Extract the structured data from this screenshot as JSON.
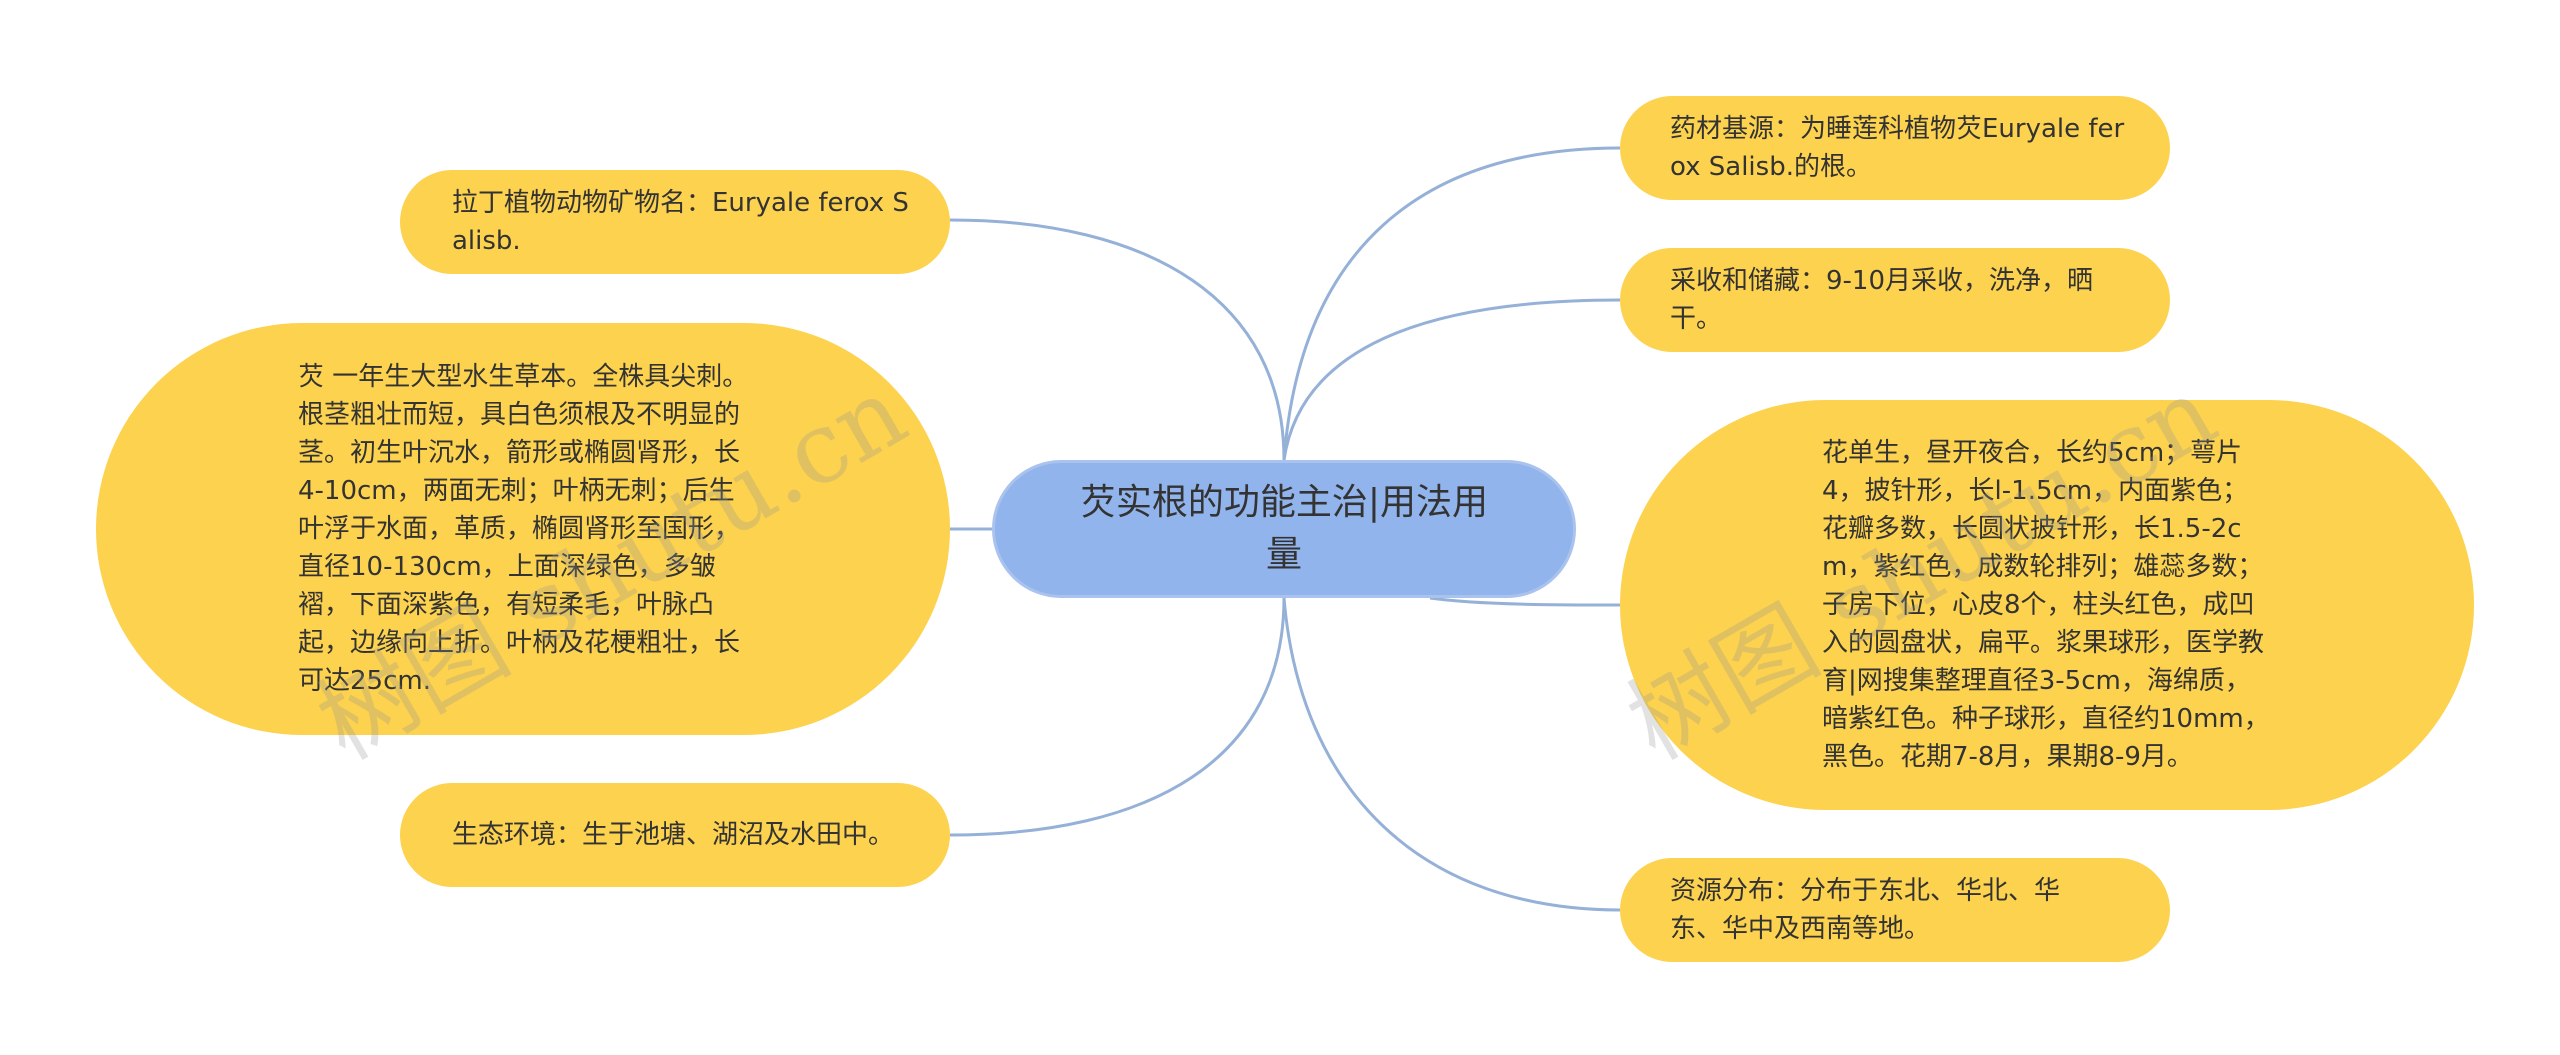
{
  "center": {
    "text": "芡实根的功能主治|用法用量"
  },
  "nodes": {
    "latin_name": "拉丁植物动物矿物名：Euryale ferox Salisb.",
    "description": "芡 一年生大型水生草本。全株具尖刺。根茎粗壮而短，具白色须根及不明显的茎。初生叶沉水，箭形或椭圆肾形，长4-10cm，两面无刺；叶柄无刺；后生叶浮于水面，革质，椭圆肾形至国形，直径10-130cm，上面深绿色，多皱褶，下面深紫色，有短柔毛，叶脉凸起，边缘向上折。叶柄及花梗粗壮，长可达25cm.",
    "habitat": "生态环境：生于池塘、湖沼及水田中。",
    "source": "药材基源：为睡莲科植物芡Euryale ferox Salisb.的根。",
    "harvest": "采收和储藏：9-10月采收，洗净，晒干。",
    "flower": "花单生，昼开夜合，长约5cm；萼片4，披针形，长l-1.5cm，内面紫色；花瓣多数，长圆状披针形，长1.5-2cm，紫红色，成数轮排列；雄蕊多数；子房下位，心皮8个，柱头红色，成凹入的圆盘状，扁平。浆果球形，医学教育|网搜集整理直径3-5cm，海绵质，暗紫红色。种子球形，直径约10mm，黑色。花期7-8月，果期8-9月。",
    "distribution": "资源分布：分布于东北、华北、华东、华中及西南等地。"
  },
  "watermarks": [
    "树图 shutu.cn",
    "树图 shutu.cn"
  ],
  "colors": {
    "center_fill": "#92b4ec",
    "node_fill": "#fcd24e",
    "link": "#95b1d8"
  }
}
